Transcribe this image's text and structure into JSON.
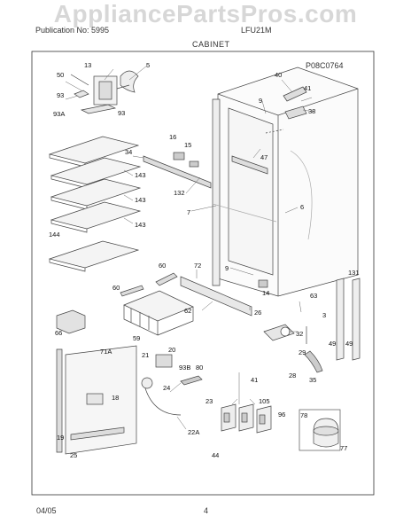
{
  "watermark": "AppliancePartsPros.com",
  "header": {
    "left_text": "Publication No: 5995",
    "model_text": "LFU21M",
    "title": "CABINET",
    "diagram_code": "P08C0764"
  },
  "footer": {
    "date": "04/05",
    "page": "4"
  },
  "callouts": [
    {
      "id": "c13",
      "label": "13"
    },
    {
      "id": "c5",
      "label": "5"
    },
    {
      "id": "c50",
      "label": "50"
    },
    {
      "id": "c93",
      "label": "93"
    },
    {
      "id": "c93a",
      "label": "93A"
    },
    {
      "id": "c93b_top",
      "label": "93"
    },
    {
      "id": "c40",
      "label": "40"
    },
    {
      "id": "c41",
      "label": "41"
    },
    {
      "id": "c38",
      "label": "38"
    },
    {
      "id": "c9_top",
      "label": "9"
    },
    {
      "id": "c16",
      "label": "16"
    },
    {
      "id": "c15",
      "label": "15"
    },
    {
      "id": "c34",
      "label": "34"
    },
    {
      "id": "c47",
      "label": "47"
    },
    {
      "id": "c143a",
      "label": "143"
    },
    {
      "id": "c143b",
      "label": "143"
    },
    {
      "id": "c143c",
      "label": "143"
    },
    {
      "id": "c132",
      "label": "132"
    },
    {
      "id": "c7",
      "label": "7"
    },
    {
      "id": "c6",
      "label": "6"
    },
    {
      "id": "c144",
      "label": "144"
    },
    {
      "id": "c60a",
      "label": "60"
    },
    {
      "id": "c72",
      "label": "72"
    },
    {
      "id": "c9_mid",
      "label": "9"
    },
    {
      "id": "c131",
      "label": "131"
    },
    {
      "id": "c14",
      "label": "14"
    },
    {
      "id": "c60b",
      "label": "60"
    },
    {
      "id": "c63",
      "label": "63"
    },
    {
      "id": "c62",
      "label": "62"
    },
    {
      "id": "c26",
      "label": "26"
    },
    {
      "id": "c66",
      "label": "66"
    },
    {
      "id": "c59",
      "label": "59"
    },
    {
      "id": "c3",
      "label": "3"
    },
    {
      "id": "c32",
      "label": "32"
    },
    {
      "id": "c49a",
      "label": "49"
    },
    {
      "id": "c49b",
      "label": "49"
    },
    {
      "id": "c20",
      "label": "20"
    },
    {
      "id": "c71a",
      "label": "71A"
    },
    {
      "id": "c21",
      "label": "21"
    },
    {
      "id": "c93b",
      "label": "93B"
    },
    {
      "id": "c80",
      "label": "80"
    },
    {
      "id": "c24",
      "label": "24"
    },
    {
      "id": "c41_low",
      "label": "41"
    },
    {
      "id": "c28",
      "label": "28"
    },
    {
      "id": "c29",
      "label": "29"
    },
    {
      "id": "c35",
      "label": "35"
    },
    {
      "id": "c18",
      "label": "18"
    },
    {
      "id": "c22a",
      "label": "22A"
    },
    {
      "id": "c23",
      "label": "23"
    },
    {
      "id": "c105",
      "label": "105"
    },
    {
      "id": "c96",
      "label": "96"
    },
    {
      "id": "c78",
      "label": "78"
    },
    {
      "id": "c19",
      "label": "19"
    },
    {
      "id": "c25",
      "label": "25"
    },
    {
      "id": "c44",
      "label": "44"
    },
    {
      "id": "c77",
      "label": "77"
    }
  ]
}
